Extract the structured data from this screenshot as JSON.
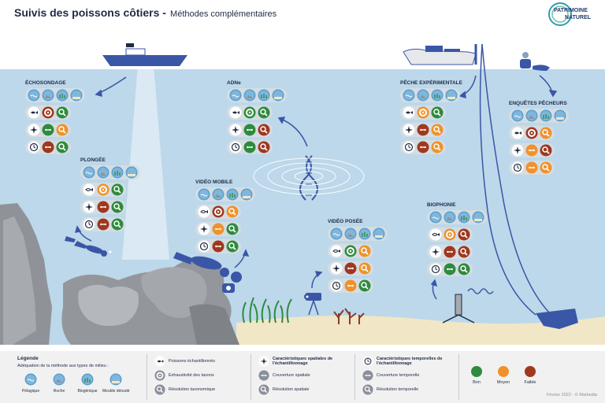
{
  "title": {
    "main": "Suivis des poissons côtiers -",
    "sub": "Méthodes complémentaires"
  },
  "logo": {
    "line1": "PATRIMOINE",
    "line2": "NATUREL"
  },
  "colors": {
    "bon": "#2e8b3d",
    "moyen": "#f0922b",
    "faible": "#a0371f",
    "sea": "#bcd8ea",
    "sand": "#f1e6c6",
    "grey": "#d5dde2",
    "navy": "#1f2a44"
  },
  "methods": [
    {
      "id": "echosondage",
      "label": "ÉCHOSONDAGE",
      "habitats": [
        "pelagique",
        "roche",
        "biogenique",
        "meuble"
      ],
      "fish": "full",
      "exhaust": "faible",
      "resolution": "bon",
      "spatial_cov": "bon",
      "spatial_res": "moyen",
      "temporal_cov": "faible",
      "temporal_res": "bon"
    },
    {
      "id": "adne",
      "label": "ADNe",
      "habitats": [
        "pelagique",
        "roche",
        "biogenique",
        "meuble"
      ],
      "fish": "full",
      "exhaust": "bon",
      "resolution": "bon",
      "spatial_cov": "bon",
      "spatial_res": "faible",
      "temporal_cov": "bon",
      "temporal_res": "faible"
    },
    {
      "id": "peche",
      "label": "PÊCHE EXPÉRIMENTALE",
      "habitats": [
        "pelagique",
        "roche",
        "biogenique",
        "meuble"
      ],
      "fish": "full",
      "exhaust": "moyen",
      "resolution": "bon",
      "spatial_cov": "faible",
      "spatial_res": "moyen",
      "temporal_cov": "faible",
      "temporal_res": "moyen"
    },
    {
      "id": "enquetes",
      "label": "ENQUÊTES PÊCHEURS",
      "habitats": [
        "pelagique",
        "roche",
        "biogenique",
        "meuble"
      ],
      "fish": "full",
      "exhaust": "faible",
      "resolution": "moyen",
      "spatial_cov": "moyen",
      "spatial_res": "faible",
      "temporal_cov": "moyen",
      "temporal_res": "moyen"
    },
    {
      "id": "plongee",
      "label": "PLONGÉE",
      "habitats": [
        "pelagique",
        "roche",
        "biogenique",
        "meuble"
      ],
      "fish": "part",
      "exhaust": "moyen",
      "resolution": "bon",
      "spatial_cov": "faible",
      "spatial_res": "bon",
      "temporal_cov": "faible",
      "temporal_res": "bon"
    },
    {
      "id": "video_mobile",
      "label": "VIDÉO MOBILE",
      "habitats": [
        "pelagique",
        "roche",
        "biogenique",
        "meuble"
      ],
      "fish": "part",
      "exhaust": "faible",
      "resolution": "moyen",
      "spatial_cov": "moyen",
      "spatial_res": "bon",
      "temporal_cov": "faible",
      "temporal_res": "bon"
    },
    {
      "id": "video_posee",
      "label": "VIDÉO POSÉE",
      "habitats": [
        "pelagique",
        "roche",
        "biogenique",
        "meuble"
      ],
      "fish": "part",
      "exhaust": "bon",
      "resolution": "moyen",
      "spatial_cov": "faible",
      "spatial_res": "moyen",
      "temporal_cov": "moyen",
      "temporal_res": "bon"
    },
    {
      "id": "biophonie",
      "label": "BIOPHONIE",
      "habitats": [
        "pelagique",
        "roche",
        "biogenique",
        "meuble"
      ],
      "fish": "part",
      "exhaust": "moyen",
      "resolution": "faible",
      "spatial_cov": "faible",
      "spatial_res": "faible",
      "temporal_cov": "bon",
      "temporal_res": "bon"
    }
  ],
  "legend": {
    "title": "Légende",
    "subtitle": "Adéquation de la méthode aux types de milieu :",
    "habitats": [
      "Pélagique",
      "Roche",
      "Biogénique",
      "Meuble dénudé"
    ],
    "fish": "Poissons échantillonnés",
    "exhaust": "Exhaustivité des taxons",
    "resol": "Résolution taxonomique",
    "spatial_title": "Caractéristiques spatiales de l'échantillonnage",
    "spatial_cov": "Couverture spatiale",
    "spatial_res": "Résolution spatiale",
    "temporal_title": "Caractéristiques temporelles de l'échantillonnage",
    "temporal_cov": "Couverture temporelle",
    "temporal_res": "Résolution temporelle",
    "bon": "Bon",
    "moyen": "Moyen",
    "faible": "Faible"
  },
  "credit": "Février 2022 - © Markedia"
}
